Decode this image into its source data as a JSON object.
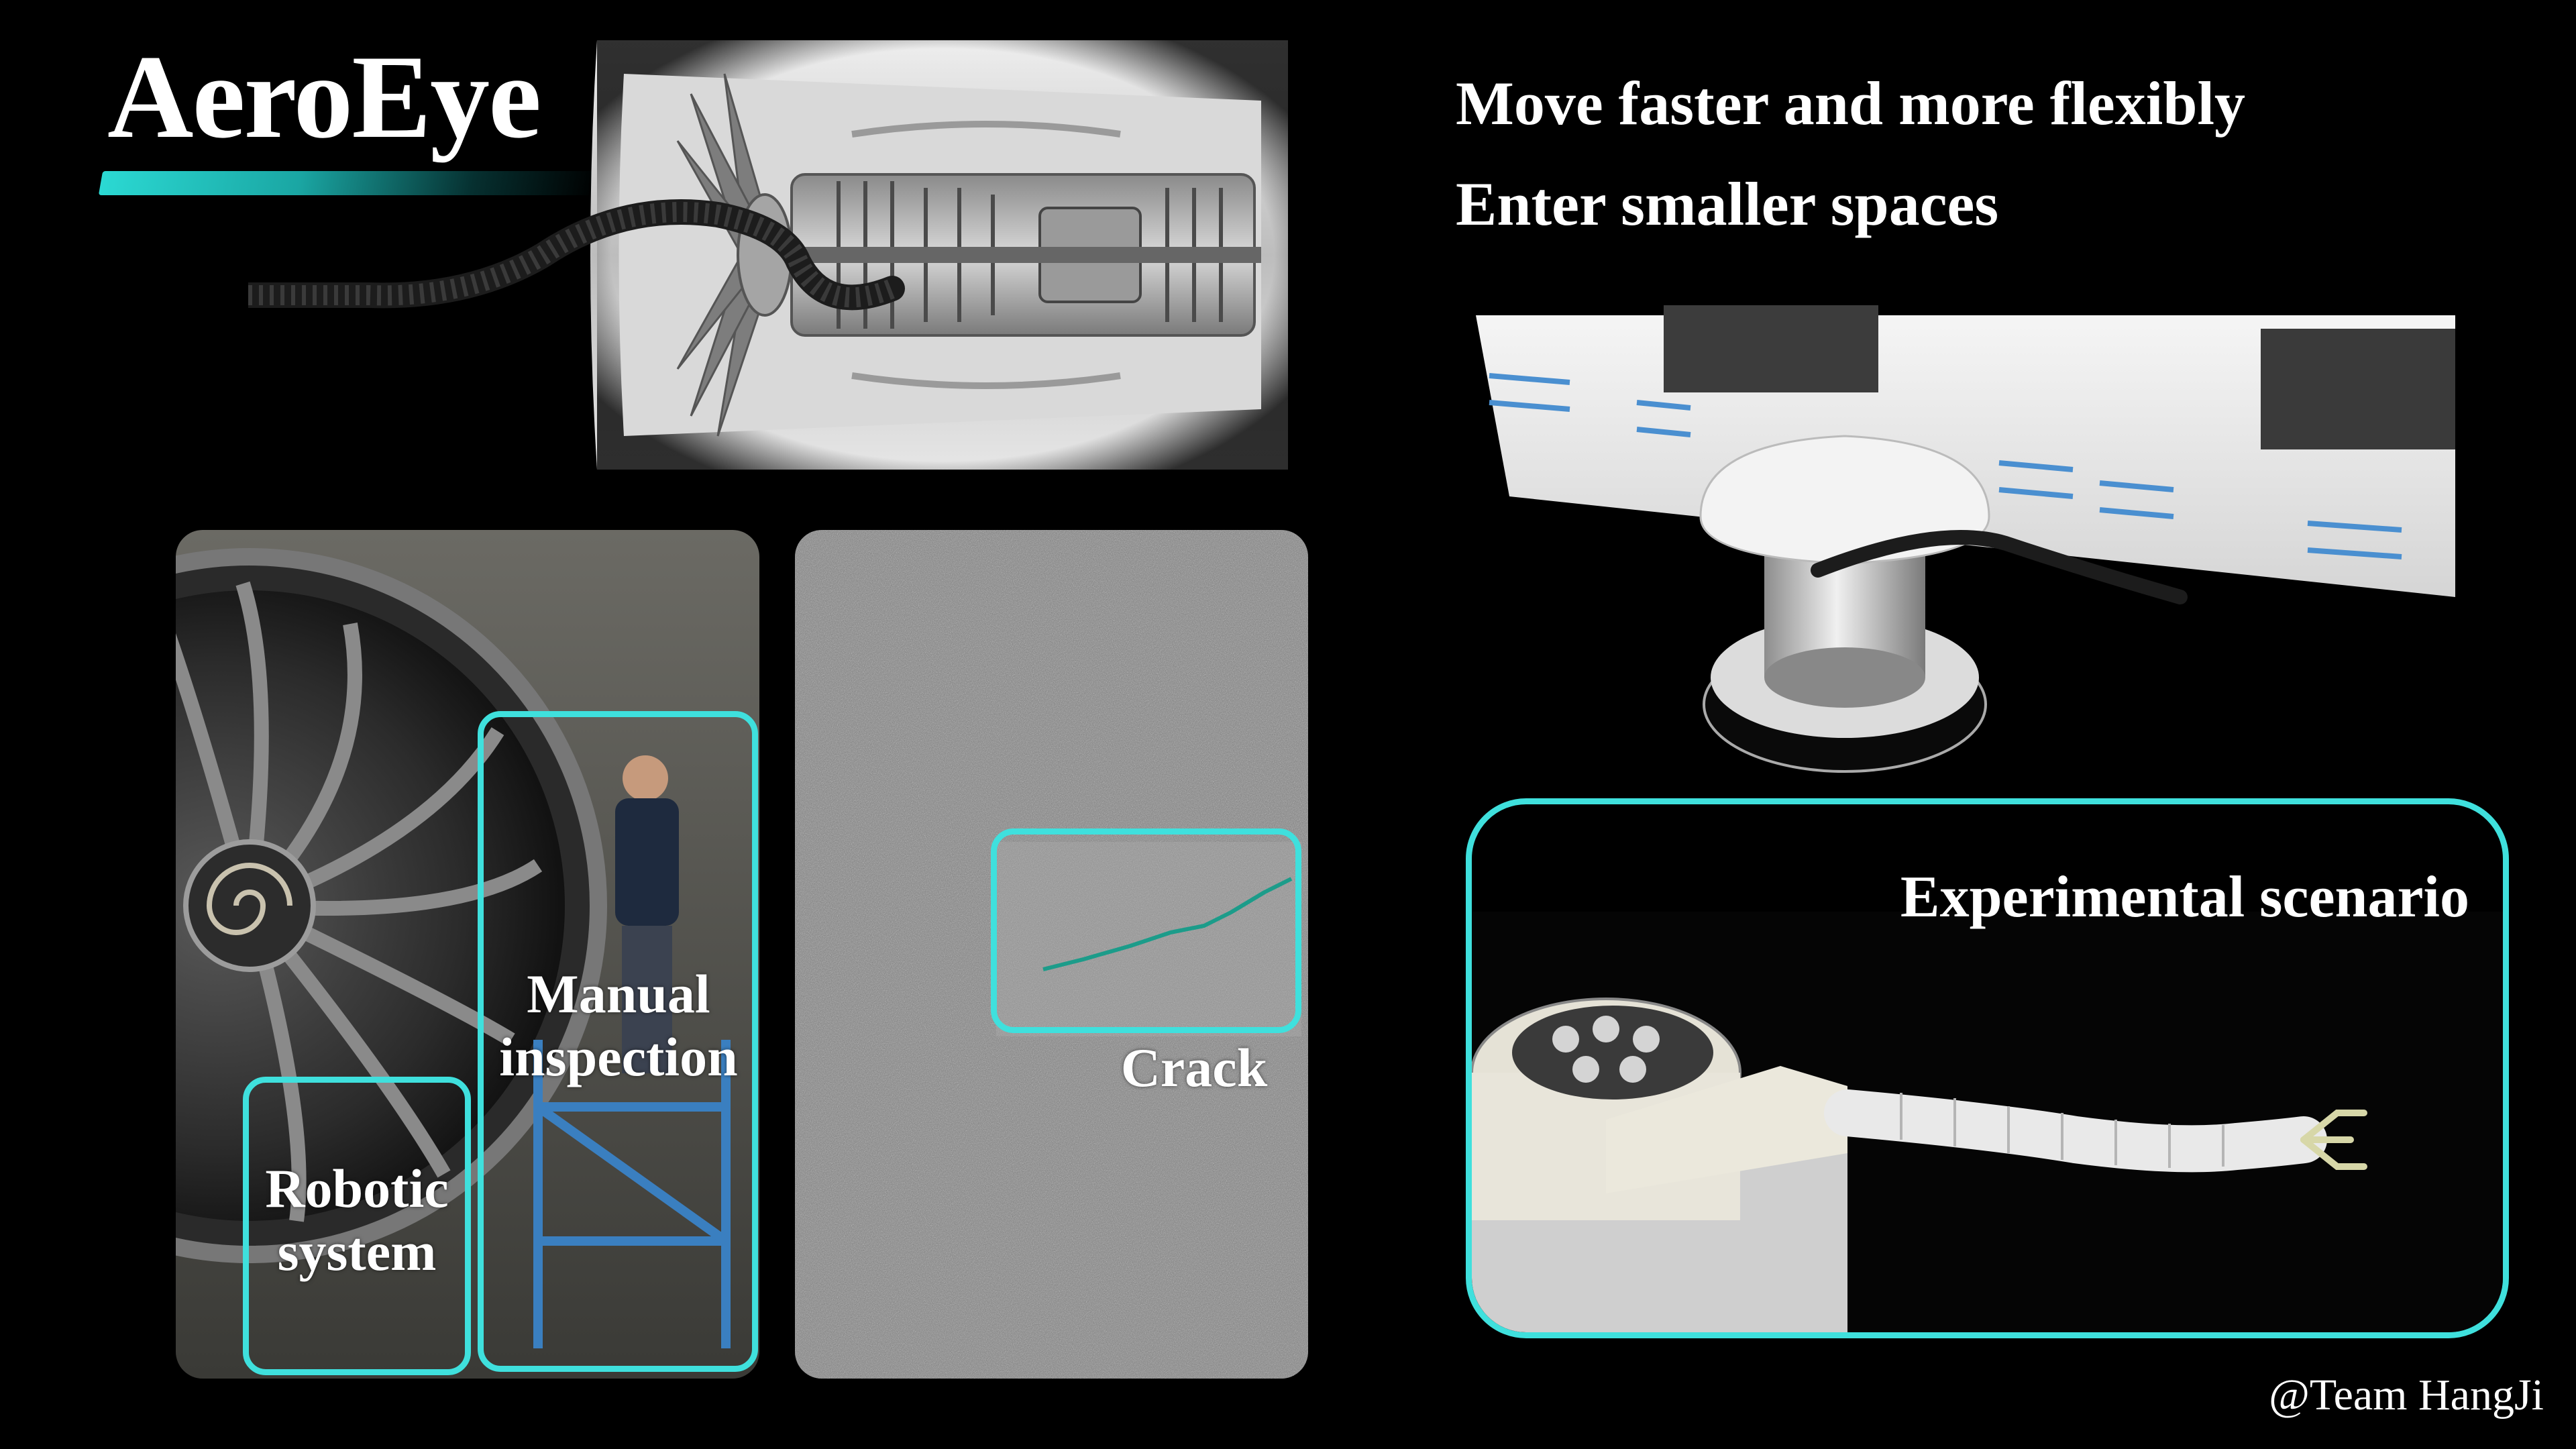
{
  "title": "AeroEye",
  "headlines": [
    "Move faster and more flexibly",
    "Enter smaller spaces"
  ],
  "labels": {
    "manual_inspection": "Manual inspection",
    "robotic_system": "Robotic system",
    "crack": "Crack",
    "experimental_scenario": "Experimental scenario"
  },
  "footer": "@Team HangJi",
  "colors": {
    "accent": "#3fe0dd",
    "background": "#000000",
    "text": "#ffffff"
  }
}
